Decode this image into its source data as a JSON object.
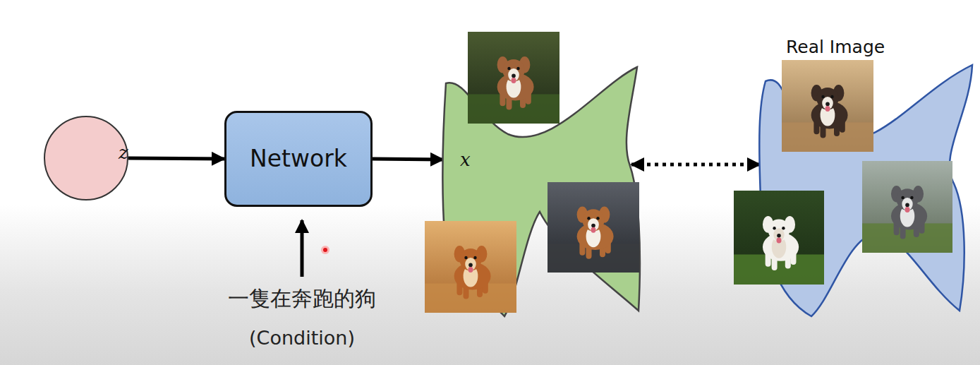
{
  "diagram": {
    "nodes": [
      {
        "text": [
          "z"
        ]
      },
      {
        "text": [
          "Network"
        ]
      },
      {
        "text": [
          "x"
        ]
      },
      {
        "text": [
          "Real Image"
        ]
      }
    ],
    "edges": [
      {
        "from": 0,
        "to": 1,
        "arrow": "to"
      },
      {
        "from": 1,
        "to": 2,
        "arrow": "to"
      },
      {
        "from": 2,
        "to": 3,
        "arrow": "both"
      }
    ],
    "labels": [
      "一隻在奔跑的狗",
      "(Condition)"
    ]
  }
}
